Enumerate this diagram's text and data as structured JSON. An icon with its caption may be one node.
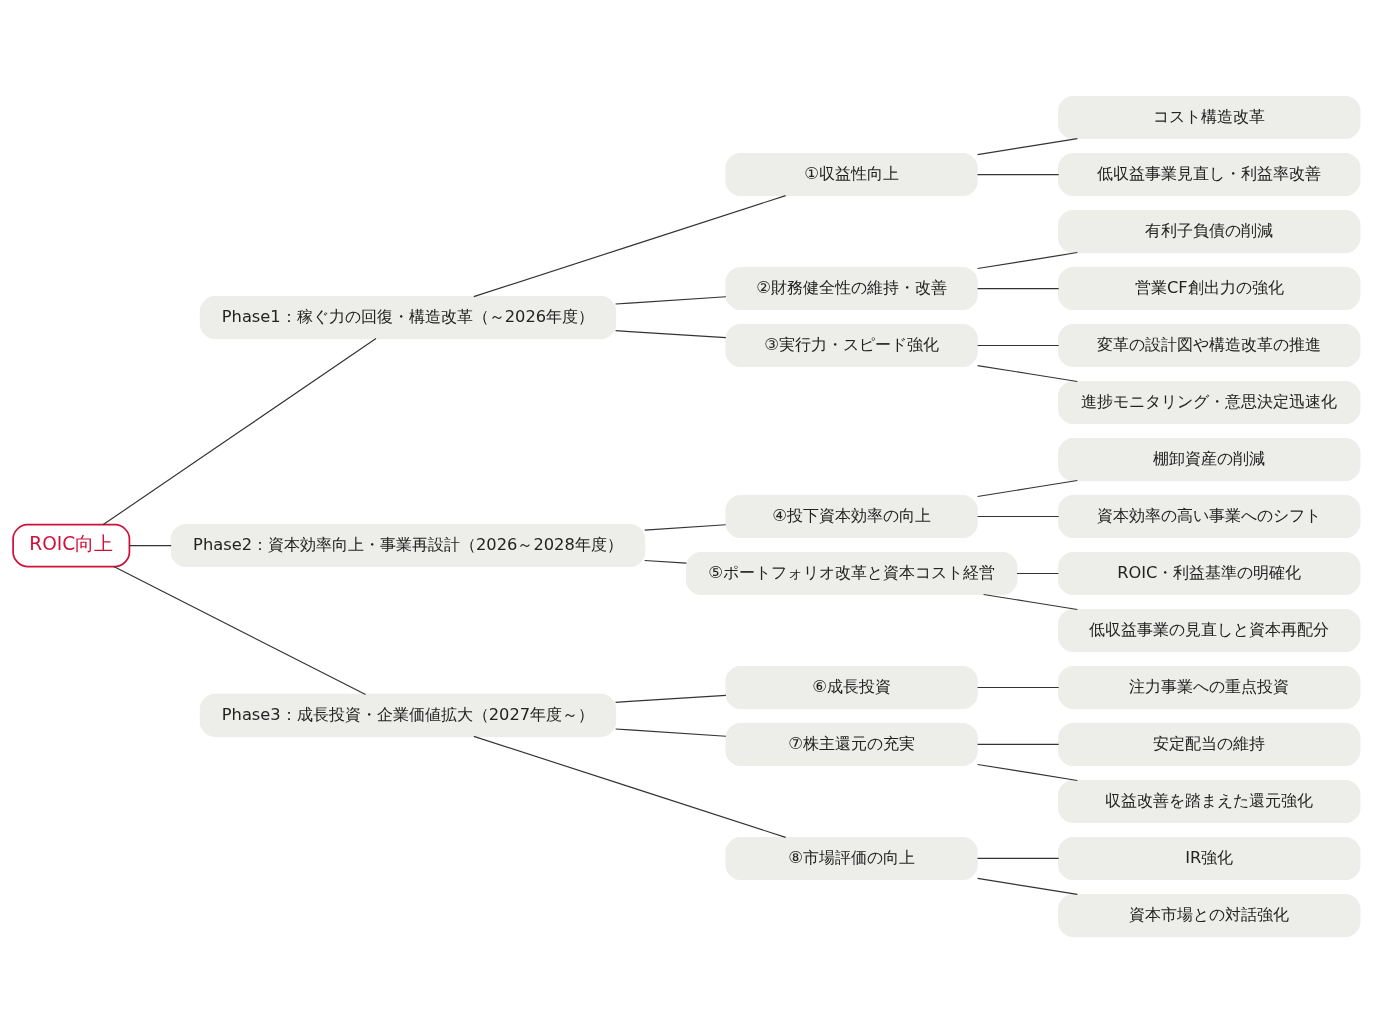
{
  "diagram": {
    "nodes": [
      {
        "text": [
          "ROIC向上"
        ]
      },
      {
        "text": [
          "Phase1：稼ぐ力の回復・構造改革（～2026年度）"
        ]
      },
      {
        "text": [
          "①収益性向上"
        ]
      },
      {
        "text": [
          "コスト構造改革"
        ]
      },
      {
        "text": [
          "低収益事業見直し・利益率改善"
        ]
      },
      {
        "text": [
          "②財務健全性の維持・改善"
        ]
      },
      {
        "text": [
          "有利子負債の削減"
        ]
      },
      {
        "text": [
          "営業CF創出力の強化"
        ]
      },
      {
        "text": [
          "③実行力・スピード強化"
        ]
      },
      {
        "text": [
          "変革の設計図や構造改革の推進"
        ]
      },
      {
        "text": [
          "進捗モニタリング・意思決定迅速化"
        ]
      },
      {
        "text": [
          "Phase2：資本効率向上・事業再設計（2026～2028年度）"
        ]
      },
      {
        "text": [
          "④投下資本効率の向上"
        ]
      },
      {
        "text": [
          "棚卸資産の削減"
        ]
      },
      {
        "text": [
          "資本効率の高い事業へのシフト"
        ]
      },
      {
        "text": [
          "⑤ポートフォリオ改革と資本コスト経営"
        ]
      },
      {
        "text": [
          "ROIC・利益基準の明確化"
        ]
      },
      {
        "text": [
          "低収益事業の見直しと資本再配分"
        ]
      },
      {
        "text": [
          "Phase3：成長投資・企業価値拡大（2027年度～）"
        ]
      },
      {
        "text": [
          "⑥成長投資"
        ]
      },
      {
        "text": [
          "注力事業への重点投資"
        ]
      },
      {
        "text": [
          "⑦株主還元の充実"
        ]
      },
      {
        "text": [
          "安定配当の維持"
        ]
      },
      {
        "text": [
          "収益改善を踏まえた還元強化"
        ]
      },
      {
        "text": [
          "⑧市場評価の向上"
        ]
      },
      {
        "text": [
          "IR強化"
        ]
      },
      {
        "text": [
          "資本市場との対話強化"
        ]
      }
    ],
    "edges": [
      {
        "from": 0,
        "to": 1,
        "arrow": "none"
      },
      {
        "from": 0,
        "to": 11,
        "arrow": "none"
      },
      {
        "from": 0,
        "to": 18,
        "arrow": "none"
      },
      {
        "from": 1,
        "to": 2,
        "arrow": "none"
      },
      {
        "from": 1,
        "to": 5,
        "arrow": "none"
      },
      {
        "from": 1,
        "to": 8,
        "arrow": "none"
      },
      {
        "from": 2,
        "to": 3,
        "arrow": "none"
      },
      {
        "from": 2,
        "to": 4,
        "arrow": "none"
      },
      {
        "from": 5,
        "to": 6,
        "arrow": "none"
      },
      {
        "from": 5,
        "to": 7,
        "arrow": "none"
      },
      {
        "from": 8,
        "to": 9,
        "arrow": "none"
      },
      {
        "from": 8,
        "to": 10,
        "arrow": "none"
      },
      {
        "from": 11,
        "to": 12,
        "arrow": "none"
      },
      {
        "from": 11,
        "to": 15,
        "arrow": "none"
      },
      {
        "from": 12,
        "to": 13,
        "arrow": "none"
      },
      {
        "from": 12,
        "to": 14,
        "arrow": "none"
      },
      {
        "from": 15,
        "to": 16,
        "arrow": "none"
      },
      {
        "from": 15,
        "to": 17,
        "arrow": "none"
      },
      {
        "from": 18,
        "to": 19,
        "arrow": "none"
      },
      {
        "from": 18,
        "to": 21,
        "arrow": "none"
      },
      {
        "from": 18,
        "to": 24,
        "arrow": "none"
      },
      {
        "from": 19,
        "to": 20,
        "arrow": "none"
      },
      {
        "from": 21,
        "to": 22,
        "arrow": "none"
      },
      {
        "from": 21,
        "to": 23,
        "arrow": "none"
      },
      {
        "from": 24,
        "to": 25,
        "arrow": "none"
      },
      {
        "from": 24,
        "to": 26,
        "arrow": "none"
      }
    ]
  }
}
